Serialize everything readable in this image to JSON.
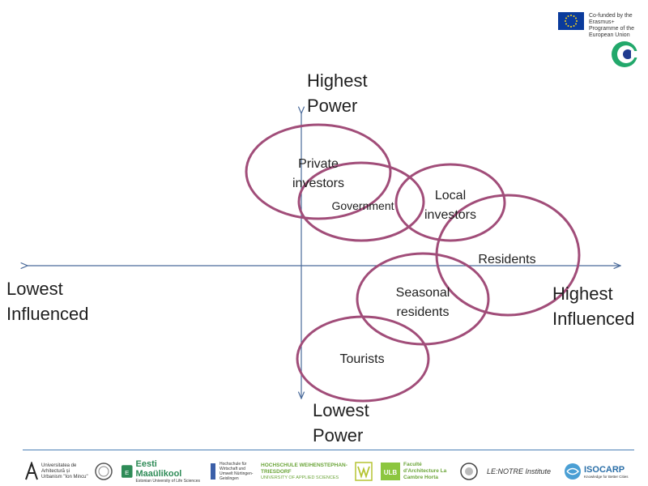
{
  "header": {
    "eu_logo": {
      "icon": "eu-flag-icon",
      "text": "Co-funded by the Erasmus+ Programme of the European Union"
    },
    "project_logo": {
      "icon": "project-c-logo-icon"
    }
  },
  "axes": {
    "top": [
      "Highest",
      "Power"
    ],
    "bottom": [
      "Lowest",
      "Power"
    ],
    "left": [
      "Lowest",
      "Influenced"
    ],
    "right": [
      "Highest",
      "Influenced"
    ]
  },
  "stakeholders": [
    {
      "id": "private-investors",
      "lines": [
        "Private",
        "investors"
      ]
    },
    {
      "id": "government",
      "lines": [
        "Government"
      ]
    },
    {
      "id": "local-investors",
      "lines": [
        "Local",
        "investors"
      ]
    },
    {
      "id": "residents",
      "lines": [
        "Residents"
      ]
    },
    {
      "id": "seasonal-residents",
      "lines": [
        "Seasonal",
        "residents"
      ]
    },
    {
      "id": "tourists",
      "lines": [
        "Tourists"
      ]
    }
  ],
  "colors": {
    "ellipse": "#a14d79",
    "axis": "#4a6a9a",
    "footer_line": "#4a7fb5"
  },
  "footer": {
    "logos": [
      {
        "name": "Universitatea de Arhitectură și Urbanism \"Ion Mincu\"",
        "icon": "uauim-logo-icon"
      },
      {
        "name": "",
        "icon": "seal-logo-icon"
      },
      {
        "name": "Eesti Maaülikool",
        "sub": "Estonian University of Life Sciences",
        "icon": "emu-logo-icon"
      },
      {
        "name": "Hochschule für Wirtschaft und Umwelt Nürtingen-Geislingen",
        "icon": "hfwu-logo-icon"
      },
      {
        "name": "HOCHSCHULE WEIHENSTEPHAN-TRIESDORF",
        "sub": "UNIVERSITY OF APPLIED SCIENCES",
        "icon": "hswt-logo-icon"
      },
      {
        "name": "",
        "icon": "w-logo-icon"
      },
      {
        "name": "Faculté d'Architecture La Cambre Horta",
        "icon": "ulb-logo-icon"
      },
      {
        "name": "",
        "icon": "roundel-logo-icon"
      },
      {
        "name": "LE:NOTRE Institute",
        "icon": "lenotre-logo-icon"
      },
      {
        "name": "ISOCARP",
        "sub": "Knowledge for Better Cities",
        "icon": "isocarp-logo-icon"
      }
    ]
  }
}
